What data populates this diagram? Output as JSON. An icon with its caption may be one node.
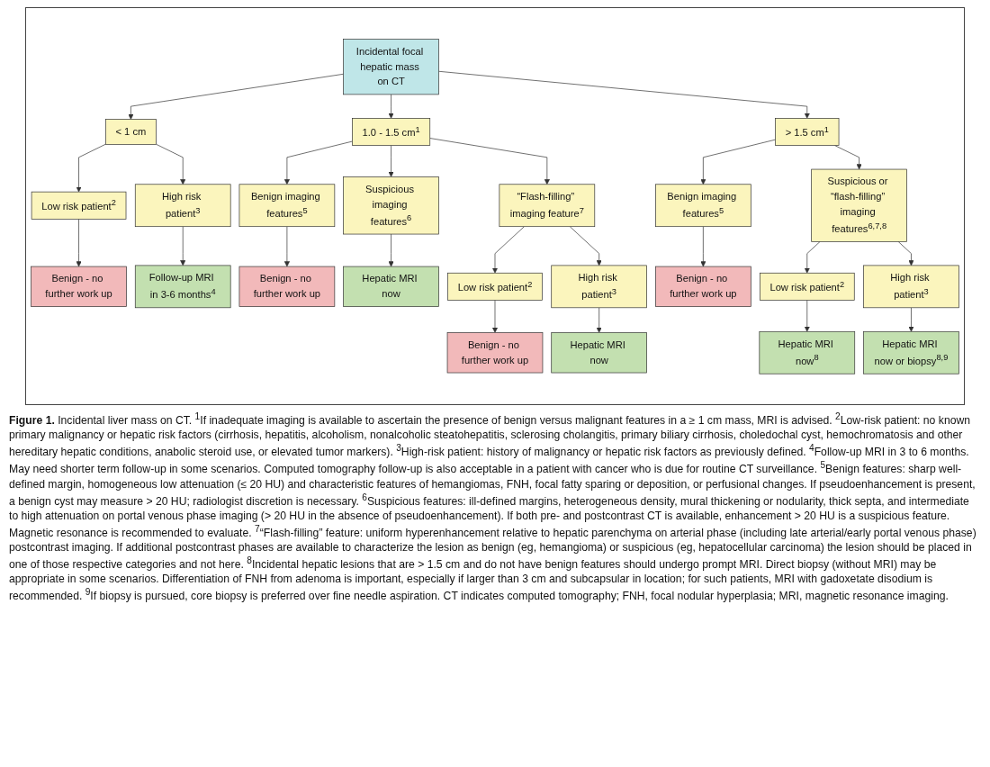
{
  "diagram": {
    "caption": "**Figure 1.** Incidental liver mass on CT. $^{1}$If inadequate imaging is available to ascertain the presence of benign versus malignant features in a ≥ 1 cm mass, MRI is advised. $^{2}$Low-risk patient: no known primary malignancy or hepatic risk factors (cirrhosis, hepatitis, alcoholism, nonalcoholic steatohepatitis, sclerosing cholangitis, primary biliary cirrhosis, choledochal cyst, hemochromatosis and other hereditary hepatic conditions, anabolic steroid use, or elevated tumor markers). $^{3}$High-risk patient: history of malignancy or hepatic risk factors as previously defined. $^{4}$Follow-up MRI in 3 to 6 months. May need shorter term follow-up in some scenarios. Computed tomography follow-up is also acceptable in a patient with cancer who is due for routine CT surveillance. $^{5}$Benign features: sharp well-defined margin, homogeneous low attenuation (≤ 20 HU) and characteristic features of hemangiomas, FNH, focal fatty sparing or deposition, or perfusional changes. If pseudoenhancement is present, a benign cyst may measure > 20 HU; radiologist discretion is necessary. $^{6}$Suspicious features: ill-defined margins, heterogeneous density, mural thickening or nodularity, thick septa, and intermediate to high attenuation on portal venous phase imaging (> 20 HU in the absence of pseudoenhancement). If both pre- and postcontrast CT is available, enhancement > 20 HU is a suspicious feature. Magnetic resonance is recommended to evaluate. $^{7}$“Flash-filling” feature: uniform hyperenhancement relative to hepatic parenchyma on arterial phase (including late arterial/early portal venous phase) postcontrast imaging. If additional postcontrast phases are available to characterize the lesion as benign (eg, hemangioma) or suspicious (eg, hepatocellular carcinoma) the lesion should be placed in one of those respective categories and not here. $^{8}$Incidental hepatic lesions that are > 1.5 cm and do not have benign features should undergo prompt MRI. Direct biopsy (without MRI) may be appropriate in some scenarios. Differentiation of FNH from adenoma is important, especially if larger than 3 cm and subcapsular in location; for such patients, MRI with gadoxetate disodium is recommended. $^{9}$If biopsy is pursued, core biopsy is preferred over fine needle aspiration. CT indicates computed tomography; FNH, focal nodular hyperplasia; MRI, magnetic resonance imaging.",
    "nodes": [
      {
        "text": [
          "Incidental focal hepatic mass on CT"
        ]
      },
      {
        "text": [
          "< 1 cm"
        ]
      },
      {
        "text": [
          "1.0 - 1.5 cm$^{1}$"
        ]
      },
      {
        "text": [
          "> 1.5 cm$^{1}$"
        ]
      },
      {
        "text": [
          "Low risk patient$^{2}$"
        ]
      },
      {
        "text": [
          "High risk patient$^{3}$"
        ]
      },
      {
        "text": [
          "Benign imaging features$^{5}$"
        ]
      },
      {
        "text": [
          "Suspicious imaging features$^{6}$"
        ]
      },
      {
        "text": [
          "“Flash-filling” imaging feature$^{7}$"
        ]
      },
      {
        "text": [
          "Benign imaging features$^{5}$"
        ]
      },
      {
        "text": [
          "Suspicious or “flash-filling” imaging features$^{6,7,8}$"
        ]
      },
      {
        "text": [
          "Benign - no further work up"
        ]
      },
      {
        "text": [
          "Follow-up MRI in 3-6 months$^{4}$"
        ]
      },
      {
        "text": [
          "Benign - no further work up"
        ]
      },
      {
        "text": [
          "Hepatic MRI now"
        ]
      },
      {
        "text": [
          "Low risk patient$^{2}$"
        ]
      },
      {
        "text": [
          "High risk patient$^{3}$"
        ]
      },
      {
        "text": [
          "Benign - no further work up"
        ]
      },
      {
        "text": [
          "Low risk patient$^{2}$"
        ]
      },
      {
        "text": [
          "High risk patient$^{3}$"
        ]
      },
      {
        "text": [
          "Benign - no further work up"
        ]
      },
      {
        "text": [
          "Hepatic MRI now"
        ]
      },
      {
        "text": [
          "Hepatic MRI now$^{8}$"
        ]
      },
      {
        "text": [
          "Hepatic MRI now or biopsy$^{8,9}$"
        ]
      }
    ],
    "edges": [
      {
        "from": 0,
        "to": 1,
        "arrow": "to"
      },
      {
        "from": 0,
        "to": 2,
        "arrow": "to"
      },
      {
        "from": 0,
        "to": 3,
        "arrow": "to"
      },
      {
        "from": 1,
        "to": 4,
        "arrow": "to"
      },
      {
        "from": 1,
        "to": 5,
        "arrow": "to"
      },
      {
        "from": 2,
        "to": 6,
        "arrow": "to"
      },
      {
        "from": 2,
        "to": 7,
        "arrow": "to"
      },
      {
        "from": 2,
        "to": 8,
        "arrow": "to"
      },
      {
        "from": 3,
        "to": 9,
        "arrow": "to"
      },
      {
        "from": 3,
        "to": 10,
        "arrow": "to"
      },
      {
        "from": 4,
        "to": 11,
        "arrow": "to"
      },
      {
        "from": 5,
        "to": 12,
        "arrow": "to"
      },
      {
        "from": 6,
        "to": 13,
        "arrow": "to"
      },
      {
        "from": 7,
        "to": 14,
        "arrow": "to"
      },
      {
        "from": 8,
        "to": 15,
        "arrow": "to"
      },
      {
        "from": 8,
        "to": 16,
        "arrow": "to"
      },
      {
        "from": 9,
        "to": 17,
        "arrow": "to"
      },
      {
        "from": 10,
        "to": 18,
        "arrow": "to"
      },
      {
        "from": 10,
        "to": 19,
        "arrow": "to"
      },
      {
        "from": 15,
        "to": 20,
        "arrow": "to"
      },
      {
        "from": 16,
        "to": 21,
        "arrow": "to"
      },
      {
        "from": 18,
        "to": 22,
        "arrow": "to"
      },
      {
        "from": 19,
        "to": 23,
        "arrow": "to"
      }
    ]
  }
}
